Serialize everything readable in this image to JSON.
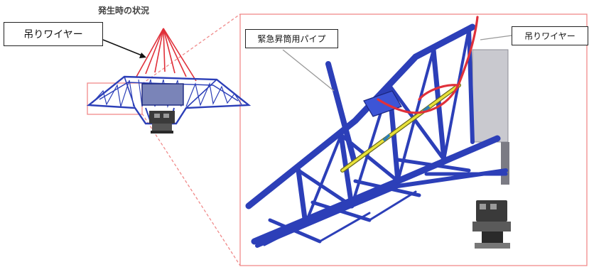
{
  "figure": {
    "title": "発生時の状況",
    "labels": {
      "wire_left": "吊りワイヤー",
      "pipe": "緊急昇筒用パイプ",
      "wire_right": "吊りワイヤー"
    }
  },
  "colors": {
    "truss": "#2c3fb8",
    "truss_dark": "#1a2680",
    "wire": "#e0303a",
    "pipe": "#e8e23a",
    "zoom_box": "#f08a8a",
    "equipment": "#3a3a3a",
    "wall": "#c9c9cf"
  }
}
